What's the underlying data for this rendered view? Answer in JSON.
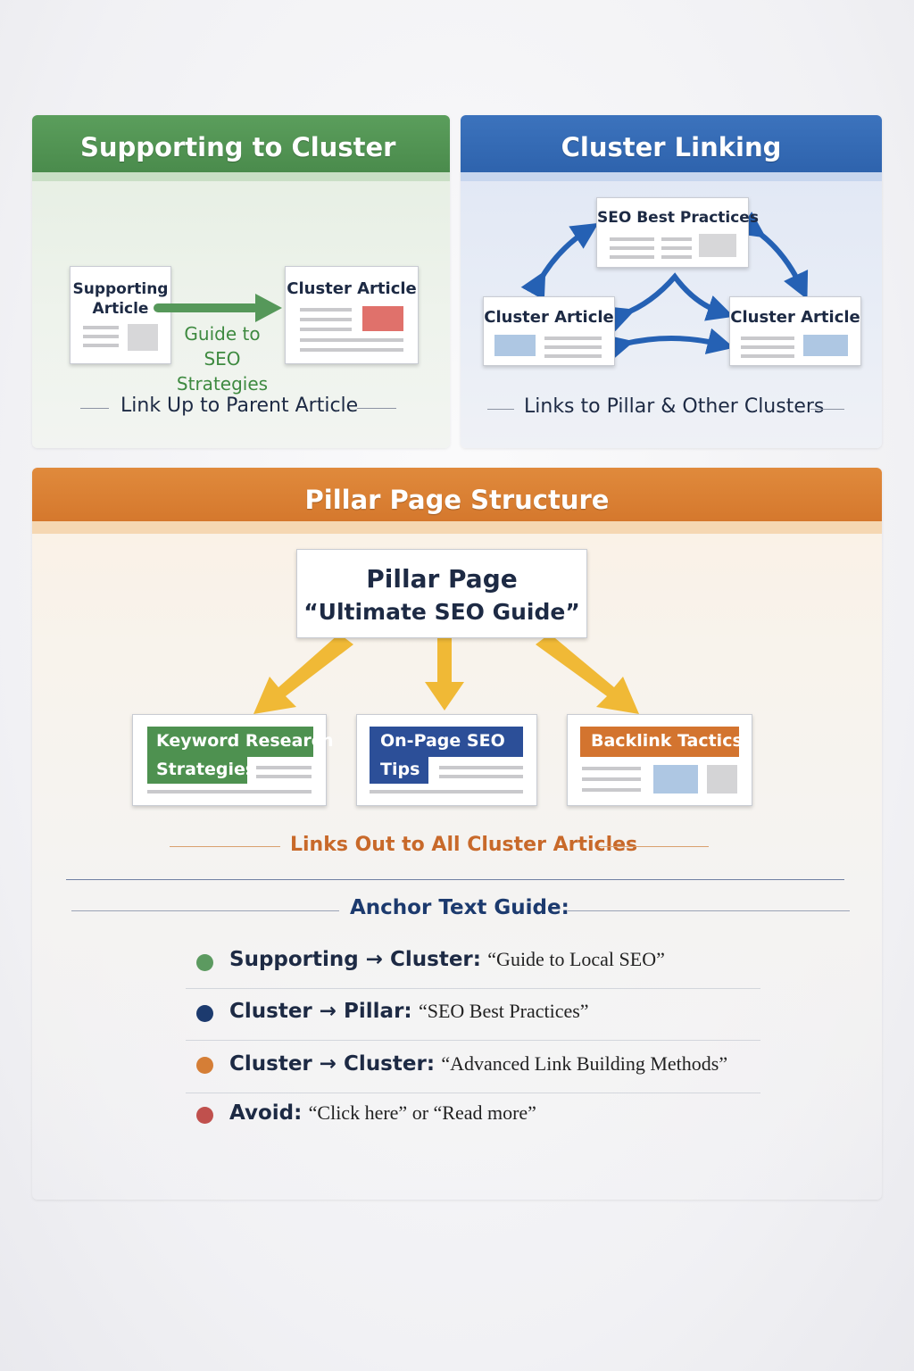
{
  "supporting_panel": {
    "title": "Supporting to Cluster",
    "source_card_title_line1": "Supporting",
    "source_card_title_line2": "Article",
    "anchor_line1": "Guide to",
    "anchor_line2": "SEO Strategies",
    "target_card_title": "Cluster Article",
    "caption": "Link Up to Parent Article"
  },
  "cluster_panel": {
    "title": "Cluster Linking",
    "top_card_title": "SEO Best Practices",
    "left_card_title": "Cluster Article",
    "right_card_title": "Cluster Article",
    "caption": "Links to Pillar & Other Clusters"
  },
  "pillar_panel": {
    "title": "Pillar Page Structure",
    "pillar_title": "Pillar Page",
    "pillar_subtitle": "“Ultimate SEO Guide”",
    "children": [
      {
        "line1": "Keyword Research",
        "line2": "Strategies",
        "color": "#4e9150"
      },
      {
        "line1": "On-Page SEO",
        "line2": "Tips",
        "color": "#2c4f98"
      },
      {
        "line1": "Backlink Tactics",
        "line2": "",
        "color": "#d3742f"
      }
    ],
    "caption": "Links Out to All Cluster Articles"
  },
  "anchor_guide": {
    "heading": "Anchor Text Guide:",
    "items": [
      {
        "label": "Supporting → Cluster:",
        "example": "“Guide to Local SEO”",
        "color": "#5c9a60"
      },
      {
        "label": "Cluster → Pillar:",
        "example": "“SEO Best Practices”",
        "color": "#1c3a6e"
      },
      {
        "label": "Cluster → Cluster:",
        "example": "“Advanced Link Building Methods”",
        "color": "#d57e36"
      },
      {
        "label": "Avoid:",
        "example": "“Click here” or “Read more”",
        "color": "#c0504d"
      }
    ]
  },
  "colors": {
    "green": "#4a8b4c",
    "blue": "#2e63ad",
    "orange": "#d5782d",
    "arrow_yellow": "#f0b936"
  }
}
